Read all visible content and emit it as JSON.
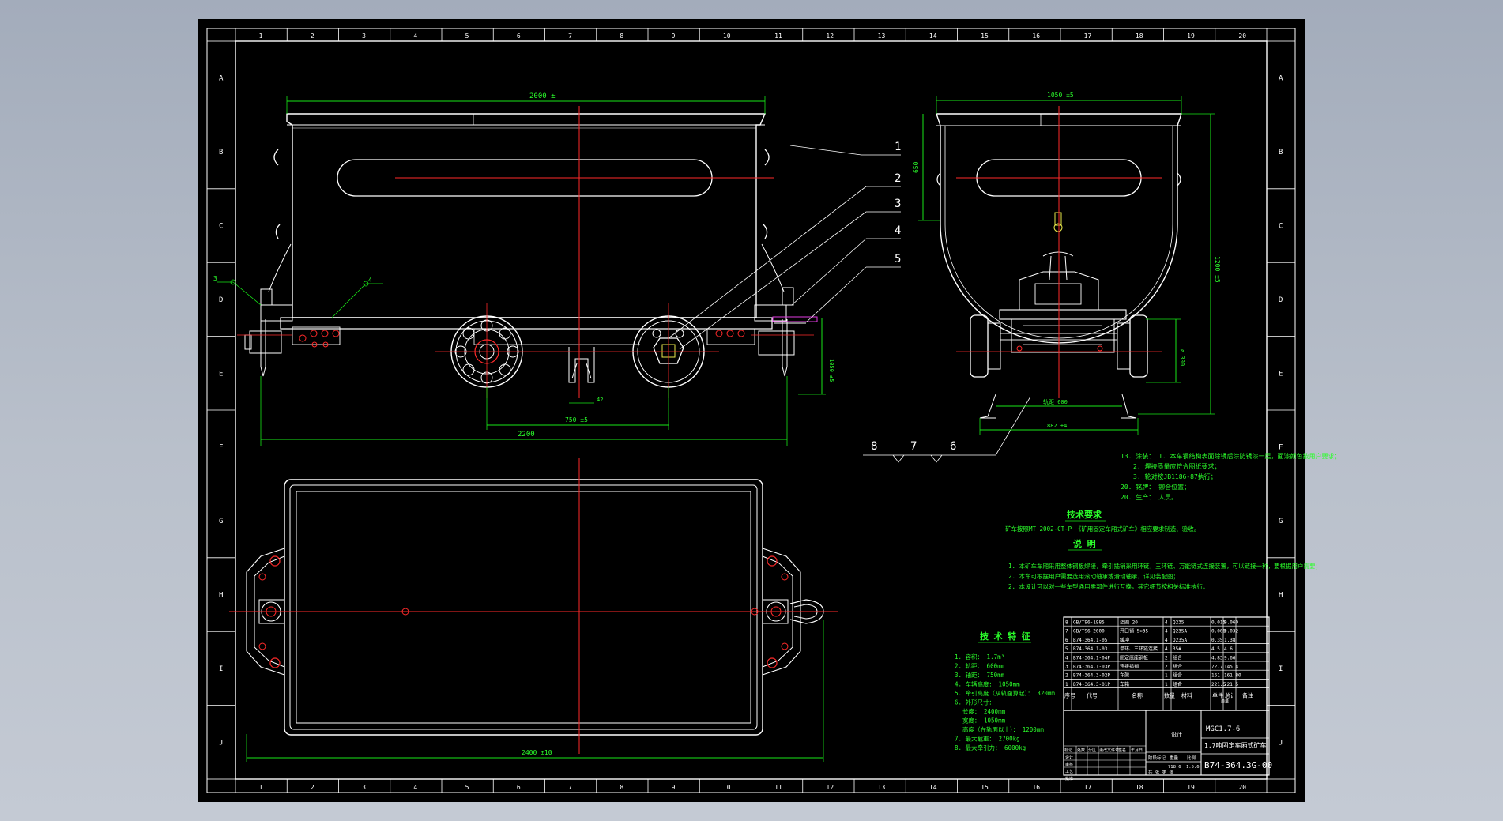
{
  "grid": {
    "columns": [
      "1",
      "2",
      "3",
      "4",
      "5",
      "6",
      "7",
      "8",
      "9",
      "10",
      "11",
      "12",
      "13",
      "14",
      "15",
      "16",
      "17",
      "18",
      "19",
      "20"
    ],
    "rows": [
      "A",
      "B",
      "C",
      "D",
      "E",
      "F",
      "G",
      "H",
      "I",
      "J"
    ]
  },
  "balloons": [
    "1",
    "2",
    "3",
    "4",
    "5",
    "8",
    "7",
    "6"
  ],
  "side_view": {
    "dims": {
      "top_width": "2000 ±",
      "bottom_width": "2200",
      "wheelbase": "750 ±5",
      "small_gap": "42",
      "height_right": "1050 ±5"
    },
    "weld_symbols": [
      "3",
      "4"
    ]
  },
  "end_view": {
    "dims": {
      "top_width": "1050 ±5",
      "left_height": "650",
      "right_height": "1200 ±5",
      "axle_height": "ø 300",
      "track_inner": "轨距 600",
      "track_outer": "882 ±4"
    }
  },
  "plan_view": {
    "dims": {
      "overall_length": "2400 ±10"
    }
  },
  "notes_top": [
    "13. 涂装： 1. 本车钢结构表面除锈后涂防锈漆一层，面漆颜色按用户要求；",
    "2. 焊接质量应符合图纸要求；",
    "3. 轮对按JB1186-87执行；",
    "20. 铭牌： 铆合位置；",
    "20. 生产： 人员。"
  ],
  "tech_req": {
    "title": "技术要求",
    "body": "矿车按照MT 2002-CT-P 《矿用固定车厢式矿车》相应要求制造、验收。",
    "explain_title": "说  明",
    "explain": [
      "1. 本矿车车厢采用整体钢板焊接，牵引插销采用环链，三环链、万能链式连接装置，可以链接一种，要根据用户需要；",
      "2. 本车可根据用户需要选用滚动轴承或滑动轴承，详见装配图；",
      "2. 本设计可以对一些车型通用零部件进行互换，其它细节按相关标准执行。"
    ]
  },
  "specs": {
    "title": "技 术 特 征",
    "items": [
      "1. 容积： 1.7m³",
      "2. 轨距： 600mm",
      "3. 轴距： 750mm",
      "4. 车辆高度： 1050mm",
      "5. 牵引高度（从轨面算起）： 320mm",
      "6. 外形尺寸：",
      "长度： 2400mm",
      "宽度： 1050mm",
      "高度（在轨面以上）： 1200mm",
      "7. 最大载重： 2700kg",
      "8. 最大牵引力： 6000kg"
    ]
  },
  "bom": {
    "rows": [
      {
        "no": "8",
        "code": "GB/T96-1985",
        "name": "垫圈 20",
        "qty": "4",
        "mat": "Q235",
        "w1": "0.015",
        "w2": "0.060"
      },
      {
        "no": "7",
        "code": "GB/T96-2000",
        "name": "开口销 5×35",
        "qty": "4",
        "mat": "Q235A",
        "w1": "0.008",
        "w2": "0.032"
      },
      {
        "no": "6",
        "code": "B74-364.1-05",
        "name": "缓冲",
        "qty": "4",
        "mat": "Q235A",
        "w1": "0.35",
        "w2": "1.38"
      },
      {
        "no": "5",
        "code": "B74-364.1-03",
        "name": "单环、三环链连接",
        "qty": "4",
        "mat": "35#",
        "w1": "4.5",
        "w2": "4.6"
      },
      {
        "no": "4",
        "code": "B74-364.1-04P",
        "name": "固定底座钢板",
        "qty": "2",
        "mat": "组合",
        "w1": "4.83",
        "w2": "9.66"
      },
      {
        "no": "3",
        "code": "B74-364.1-03P",
        "name": "连接插销",
        "qty": "2",
        "mat": "组合",
        "w1": "72.7",
        "w2": "145.4"
      },
      {
        "no": "2",
        "code": "B74-364.3-02P",
        "name": "车架",
        "qty": "1",
        "mat": "组合",
        "w1": "161",
        "w2": "161.80"
      },
      {
        "no": "1",
        "code": "B74-364.3-01P",
        "name": "车箱",
        "qty": "1",
        "mat": "组合",
        "w1": "221.5",
        "w2": "221.5"
      }
    ],
    "header": {
      "no": "序号",
      "code": "代号",
      "name": "名称",
      "qty": "数量",
      "mat": "材料",
      "w1": "单件",
      "w2": "总计",
      "weight": "质量",
      "remark": "备注"
    }
  },
  "title_block": {
    "product_line1": "MGC1.7-6",
    "product_line2": "1.7吨固定车厢式矿车",
    "drawing_no": "B74-364.3G-00",
    "design": "设计",
    "sign_cols": [
      "标记",
      "处数",
      "分区",
      "更改文件号",
      "签名",
      "年月日"
    ],
    "stage_cols": [
      "阶段标记",
      "重量",
      "比例"
    ],
    "weight_value": "718.6",
    "scale_value": "1:5.6",
    "sheets": "共 张  第 张",
    "rows_left": [
      "设计",
      "审核",
      "工艺",
      "批准"
    ]
  }
}
